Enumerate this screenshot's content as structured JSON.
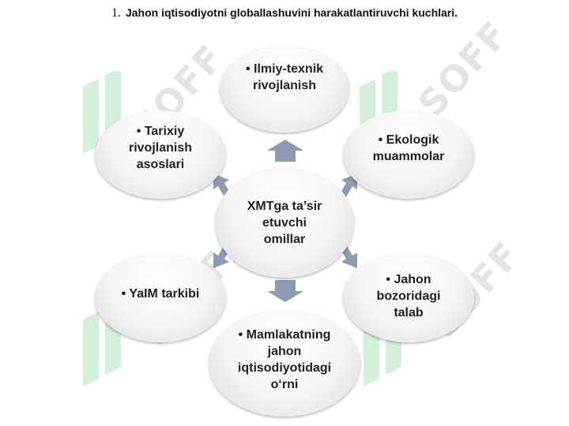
{
  "title": {
    "number": "1.",
    "text": "Jahon iqtisodiyotni globallashuvini harakatlantiruvchi kuchlari."
  },
  "center": {
    "text": "XMTga ta’sir etuvchi omillar"
  },
  "nodes": {
    "top": "• Ilmiy-texnik rivojlanish",
    "upper_left": "• Tarixiy rivojlanish asoslari",
    "upper_right": "• Ekologik muammolar",
    "lower_left": "• YaIM tarkibi",
    "lower_right": "• Jahon bozoridagi talab",
    "bottom": "• Mamlakatning jahon iqtisodiyotidagi o‘rni"
  },
  "watermark": {
    "text": "SOFF",
    "color": "#e4e4e4",
    "logo_color": "#d3f0d8"
  },
  "colors": {
    "arrow": "#8e9cb3",
    "node_edge": "#cfcfcf"
  }
}
